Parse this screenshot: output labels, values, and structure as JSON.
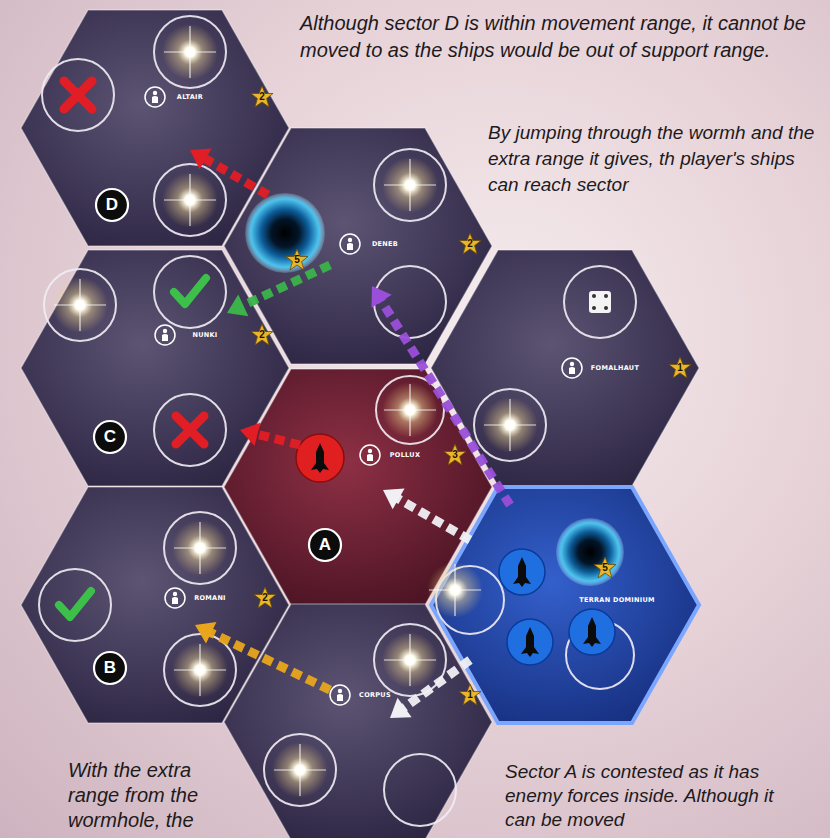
{
  "diagram": {
    "nodes": [
      {
        "text": [
          "ALTAIR",
          "2"
        ]
      },
      {
        "text": [
          "D"
        ],
        "in": 0
      },
      {
        "text": [
          "DENEB",
          "2",
          "5"
        ]
      },
      {
        "text": [
          "NUNKI",
          "2"
        ]
      },
      {
        "text": [
          "C"
        ],
        "in": 3
      },
      {
        "text": [
          "FOMALHAUT",
          "1"
        ]
      },
      {
        "text": [
          "POLLUX",
          "3"
        ]
      },
      {
        "text": [
          "A"
        ],
        "in": 6
      },
      {
        "text": [
          "ROMANI",
          "2"
        ]
      },
      {
        "text": [
          "B"
        ],
        "in": 8
      },
      {
        "text": [
          "TERRAN DOMINIUM",
          "5"
        ]
      },
      {
        "text": [
          "CORPUS",
          "1"
        ]
      }
    ],
    "edges": [
      {
        "from": 10,
        "to": 6,
        "arrow": "to"
      },
      {
        "from": 10,
        "to": 11,
        "arrow": "to"
      },
      {
        "from": 11,
        "to": 8,
        "arrow": "to"
      },
      {
        "from": 6,
        "to": 3,
        "arrow": "to"
      },
      {
        "from": 10,
        "to": 2,
        "arrow": "to"
      },
      {
        "from": 2,
        "to": 3,
        "arrow": "to"
      },
      {
        "from": 2,
        "to": 0,
        "arrow": "to"
      }
    ],
    "labels": [
      "Although sector D is within movement range, it cannot be moved to as the ships would be out of support range.",
      "By jumping through the wormh and the extra range it gives, th player's ships can reach sector",
      "With the extra range from the wormhole, the",
      "Sector A is contested as it has enemy forces inside. Although it can be moved"
    ]
  }
}
